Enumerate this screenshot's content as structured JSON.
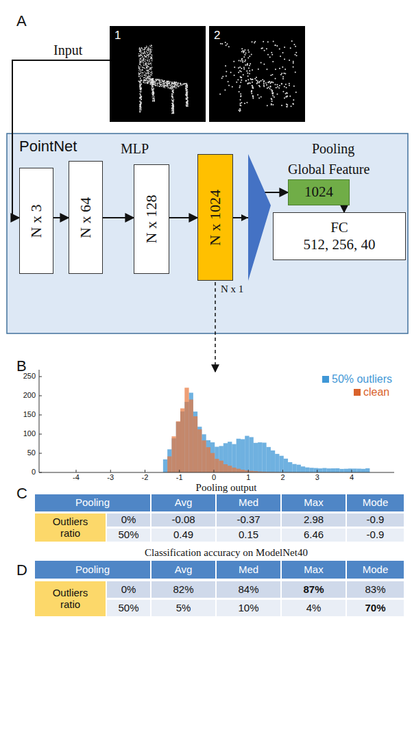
{
  "diagram": {
    "nodes": [
      {
        "text": [
          "1"
        ]
      },
      {
        "text": [
          "2"
        ]
      },
      {
        "text": [
          "PointNet"
        ]
      },
      {
        "text": [
          "N x 3"
        ],
        "in": 2
      },
      {
        "text": [
          "N x 64"
        ],
        "in": 2
      },
      {
        "text": [
          "N x 128"
        ],
        "in": 2
      },
      {
        "text": [
          "N x 1024"
        ],
        "in": 2
      },
      {
        "text": [
          "1024"
        ],
        "in": 2
      },
      {
        "text": [
          "FC",
          "512, 256, 40"
        ],
        "in": 2
      }
    ],
    "edges": [
      {
        "from": 0,
        "to": 3,
        "label": "Input",
        "arrow": "to"
      },
      {
        "from": 3,
        "to": 4,
        "arrow": "to"
      },
      {
        "from": 4,
        "to": 5,
        "arrow": "to"
      },
      {
        "from": 5,
        "to": 6,
        "arrow": "to"
      },
      {
        "from": 6,
        "to": 7,
        "arrow": "to"
      },
      {
        "from": 7,
        "to": 8,
        "arrow": "to"
      }
    ],
    "labels": [
      "A",
      "MLP",
      "Pooling",
      "Global Feature",
      "N x 1",
      "B",
      "250",
      "200",
      "150",
      "100",
      "50",
      "0",
      "-4",
      "-3",
      "-2",
      "-1",
      "0",
      "1",
      "2",
      "3",
      "4",
      "C",
      "Pooling output",
      "Pooling",
      "Avg",
      "Med",
      "Max",
      "Mode",
      "Outliers ratio",
      "0%",
      "-0.08",
      "-0.37",
      "2.98",
      "-0.9",
      "50%",
      "0.49",
      "0.15",
      "6.46",
      "-0.9",
      "D",
      "Classification accuracy on ModelNet40",
      "Pooling",
      "Avg",
      "Med",
      "Max",
      "Mode",
      "Outliers ratio",
      "0%",
      "82%",
      "84%",
      "87%",
      "83%",
      "50%",
      "5%",
      "10%",
      "4%",
      "70%"
    ],
    "legend": [
      {
        "text": "50% outliers",
        "color": "#3f97d6"
      },
      {
        "text": "clean",
        "color": "#d9622b"
      }
    ]
  }
}
